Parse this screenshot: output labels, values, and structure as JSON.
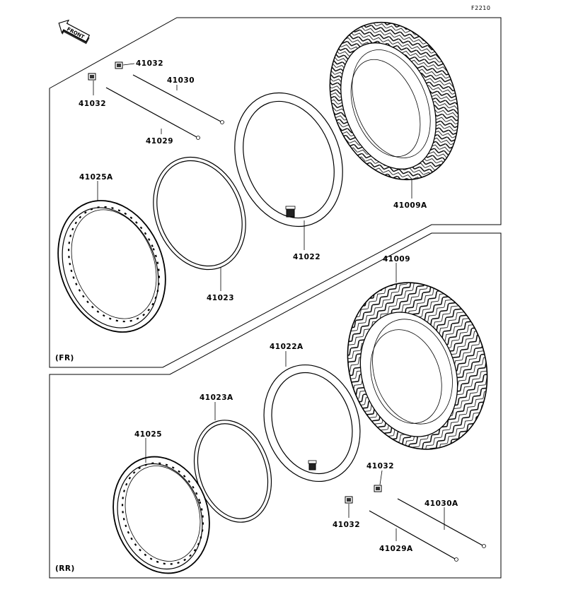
{
  "figure_code": "F2210",
  "direction_arrow": {
    "text": "FRONT",
    "icon": "front-arrow-icon"
  },
  "groups": {
    "front": {
      "tag": "(FR)",
      "parts": {
        "tire": "41009A",
        "tube": "41022",
        "rim_band": "41023",
        "rim": "41025A",
        "spoke_a": "41030",
        "spoke_b": "41029",
        "nipple_top": "41032",
        "nipple_left": "41032"
      }
    },
    "rear": {
      "tag": "(RR)",
      "parts": {
        "tire": "41009",
        "tube": "41022A",
        "rim_band": "41023A",
        "rim": "41025",
        "spoke_a": "41030A",
        "spoke_b": "41029A",
        "nipple_top": "41032",
        "nipple_left": "41032"
      }
    }
  }
}
